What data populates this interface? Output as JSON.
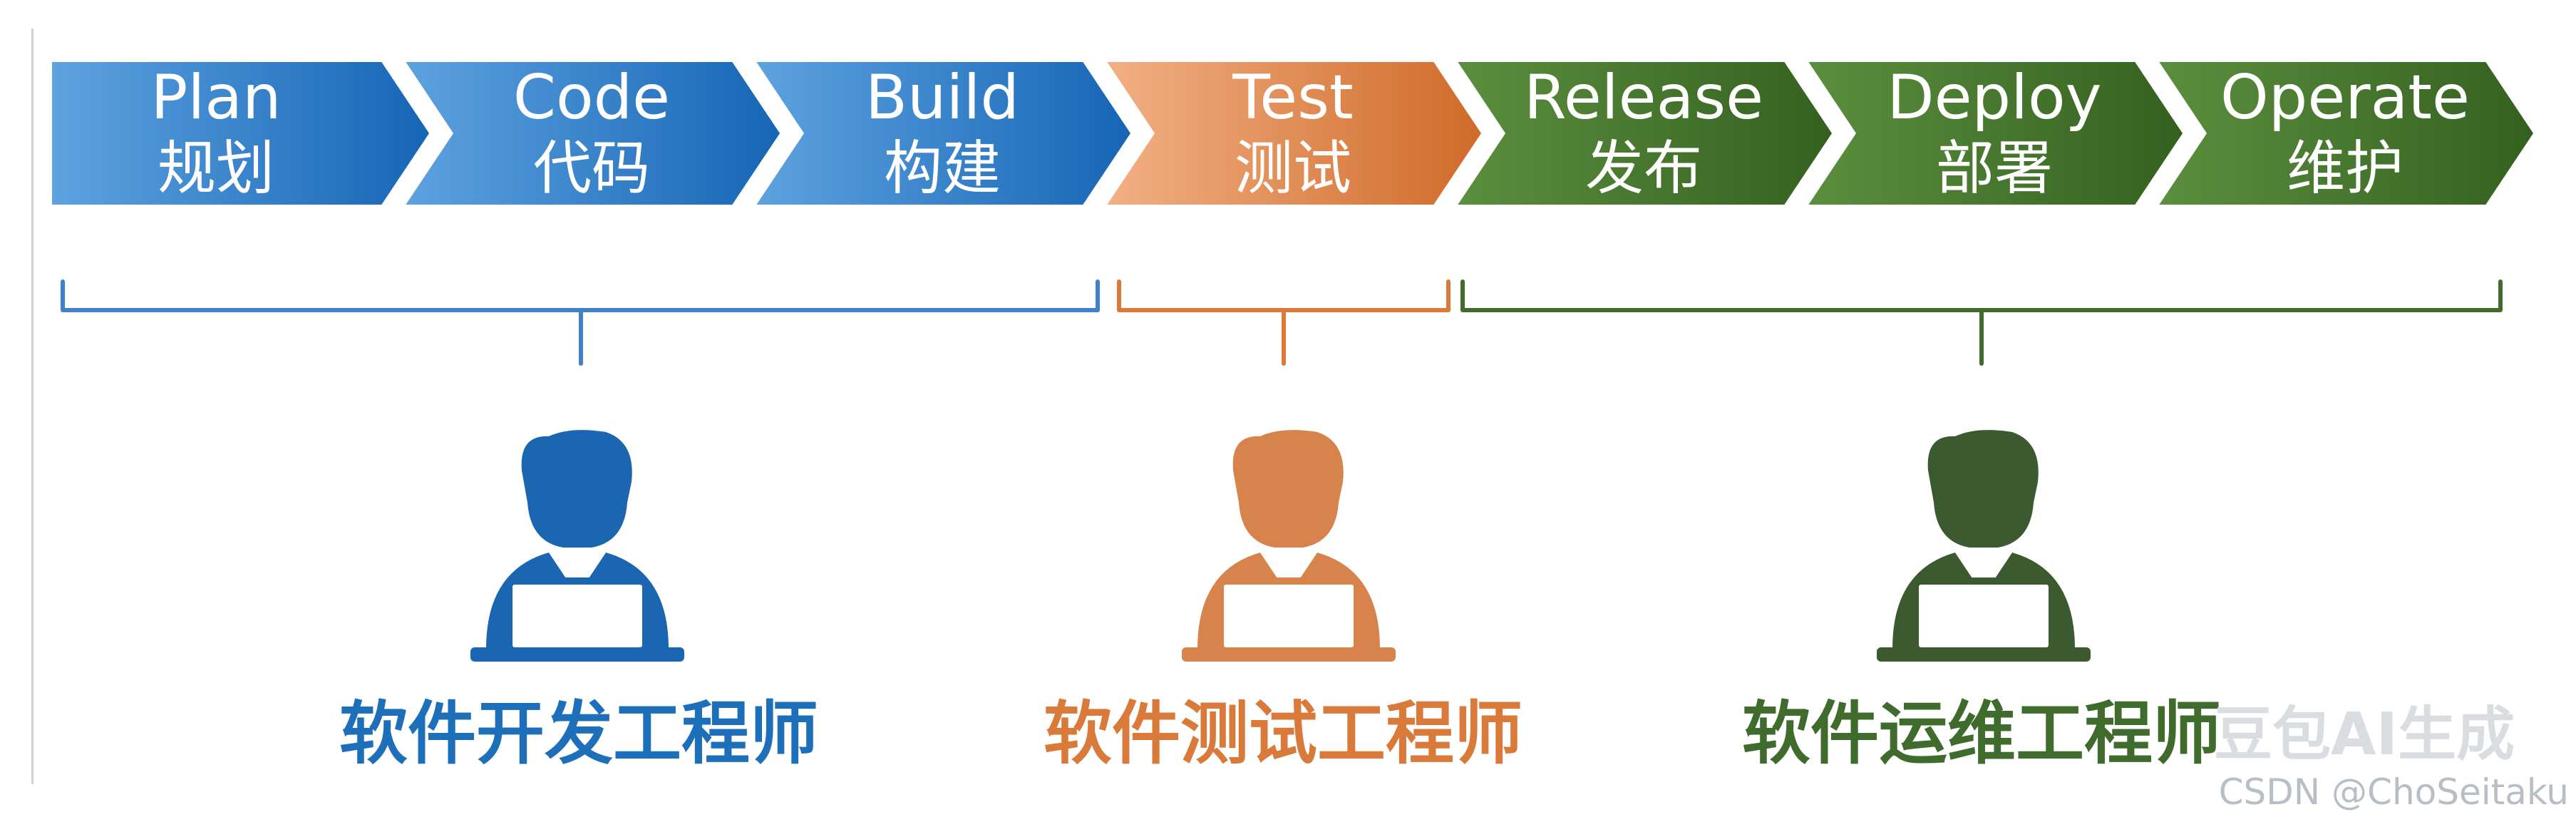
{
  "colors": {
    "dev": "#1d6fba",
    "test": "#d97a3a",
    "ops": "#3f6b2c"
  },
  "stages": [
    {
      "en": "Plan",
      "zh": "规划",
      "group": "dev"
    },
    {
      "en": "Code",
      "zh": "代码",
      "group": "dev"
    },
    {
      "en": "Build",
      "zh": "构建",
      "group": "dev"
    },
    {
      "en": "Test",
      "zh": "测试",
      "group": "test"
    },
    {
      "en": "Release",
      "zh": "发布",
      "group": "ops"
    },
    {
      "en": "Deploy",
      "zh": "部署",
      "group": "ops"
    },
    {
      "en": "Operate",
      "zh": "维护",
      "group": "ops"
    }
  ],
  "roles": [
    {
      "label": "软件开发工程师",
      "group": "dev",
      "icon": "developer-icon"
    },
    {
      "label": "软件测试工程师",
      "group": "test",
      "icon": "tester-icon"
    },
    {
      "label": "软件运维工程师",
      "group": "ops",
      "icon": "operator-icon"
    }
  ],
  "watermark": {
    "logo_text": "豆包AI生成",
    "credit": "CSDN @ChoSeitaku"
  }
}
